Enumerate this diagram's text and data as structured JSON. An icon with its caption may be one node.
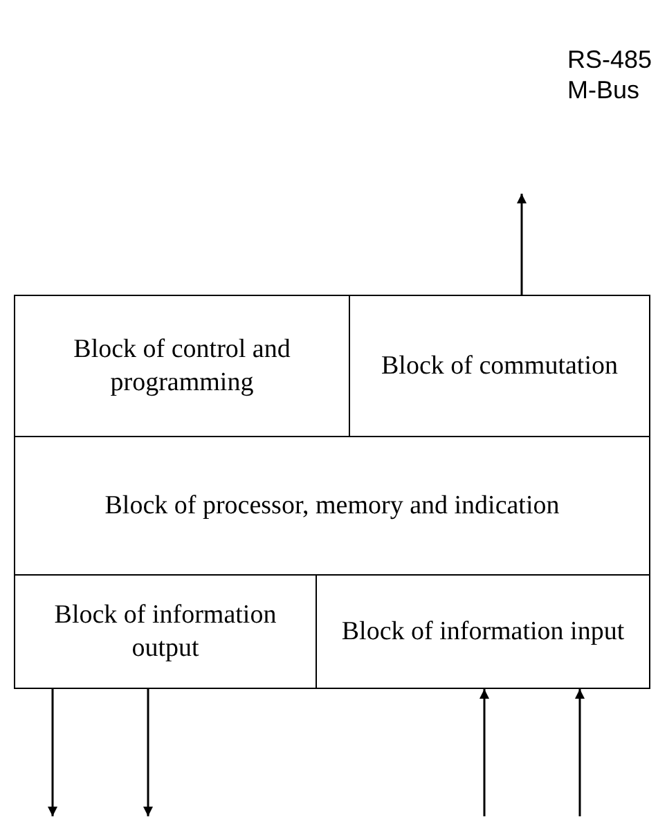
{
  "diagram": {
    "nodes": [
      {
        "text": [
          "Block of control and programming"
        ]
      },
      {
        "text": [
          "Block of commutation"
        ]
      },
      {
        "text": [
          "Block of processor, memory and indication"
        ]
      },
      {
        "text": [
          "Block of information output"
        ]
      },
      {
        "text": [
          "Block of information input"
        ]
      }
    ],
    "edges": [
      {
        "from": 1,
        "to": null,
        "arrow": "to",
        "label": "RS-485 M-Bus"
      },
      {
        "from": 3,
        "to": null,
        "arrow": "to"
      },
      {
        "from": 3,
        "to": null,
        "arrow": "to"
      },
      {
        "from": null,
        "to": 4,
        "arrow": "to"
      },
      {
        "from": null,
        "to": 4,
        "arrow": "to"
      }
    ]
  }
}
